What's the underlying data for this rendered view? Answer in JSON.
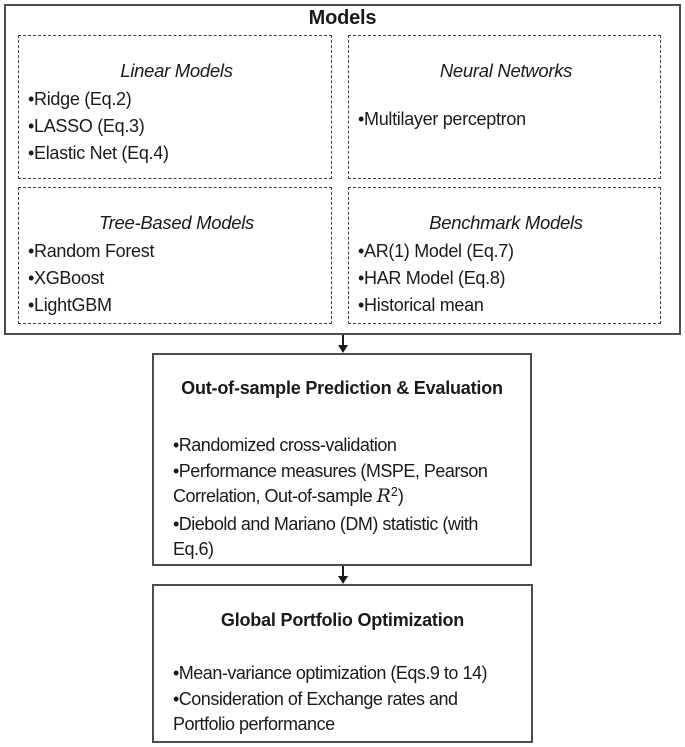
{
  "models": {
    "title": "Models",
    "boxes": [
      {
        "title": "Linear Models",
        "items": [
          "•Ridge (Eq.2)",
          "•LASSO (Eq.3)",
          "•Elastic Net (Eq.4)"
        ]
      },
      {
        "title": "Neural Networks",
        "items": [
          "•Multilayer perceptron"
        ]
      },
      {
        "title": "Tree-Based Models",
        "items": [
          "•Random Forest",
          "•XGBoost",
          "•LightGBM"
        ]
      },
      {
        "title": "Benchmark Models",
        "items": [
          "•AR(1) Model (Eq.7)",
          "•HAR Model (Eq.8)",
          "•Historical mean"
        ]
      }
    ]
  },
  "evaluation": {
    "title": "Out-of-sample Prediction & Evaluation",
    "lines": [
      "•Randomized cross-validation",
      "•Performance measures (MSPE, Pearson",
      {
        "pre": "Correlation, Out-of-sample ",
        "symbol": "R",
        "superscript": "2",
        "post": ")"
      },
      "•Diebold and Mariano (DM) statistic (with",
      "Eq.6)"
    ]
  },
  "portfolio": {
    "title": "Global Portfolio Optimization",
    "lines": [
      "•Mean-variance optimization (Eqs.9 to 14)",
      "•Consideration of Exchange rates and",
      "Portfolio performance"
    ]
  },
  "colors": {
    "solid_border": "#4d4d4d",
    "dashed_border": "#3d3d3d",
    "text": "#1a1a1a",
    "arrow": "#1a1a1a",
    "background": "#ffffff"
  }
}
